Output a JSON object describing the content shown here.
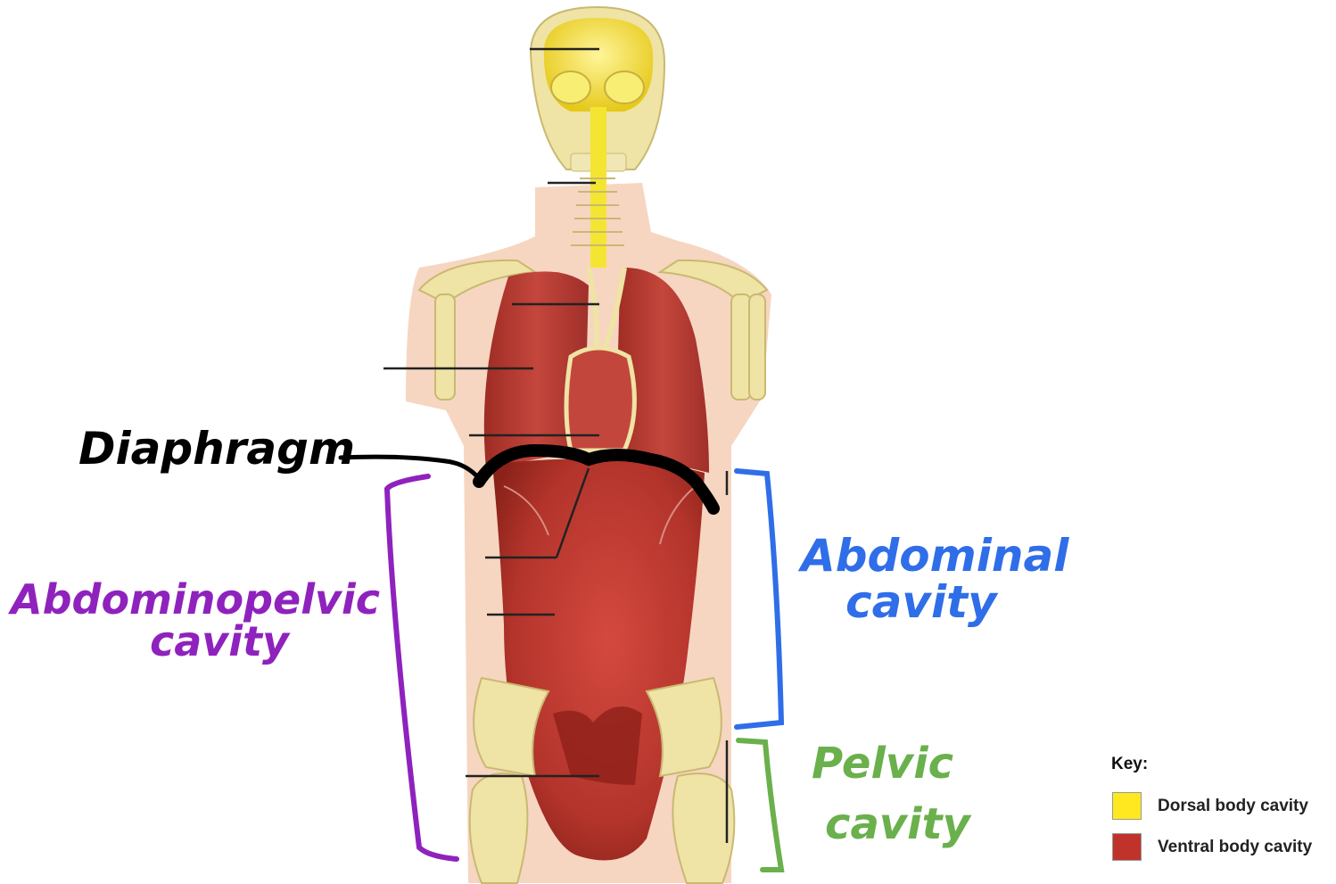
{
  "annotations": {
    "diaphragm": "Diaphragm",
    "abdominopelvic_line1": "Abdominopelvic",
    "abdominopelvic_line2": "cavity",
    "abdominal_line1": "Abdominal",
    "abdominal_line2": "cavity",
    "pelvic_line1": "Pelvic",
    "pelvic_line2": "cavity"
  },
  "key": {
    "title": "Key:",
    "items": [
      {
        "label": "Dorsal body cavity",
        "color": "#ffe81f"
      },
      {
        "label": "Ventral body cavity",
        "color": "#c0332b"
      }
    ]
  },
  "colors": {
    "bone": "#efe3a6",
    "dorsal": "#f4e533",
    "ventral": "#b8362c",
    "skin": "#f6d6c1",
    "diaphragm_ink": "#000000",
    "abdominopelvic_ink": "#8f22bd",
    "abdominal_ink": "#2f6ee8",
    "pelvic_ink": "#6ab04c"
  }
}
